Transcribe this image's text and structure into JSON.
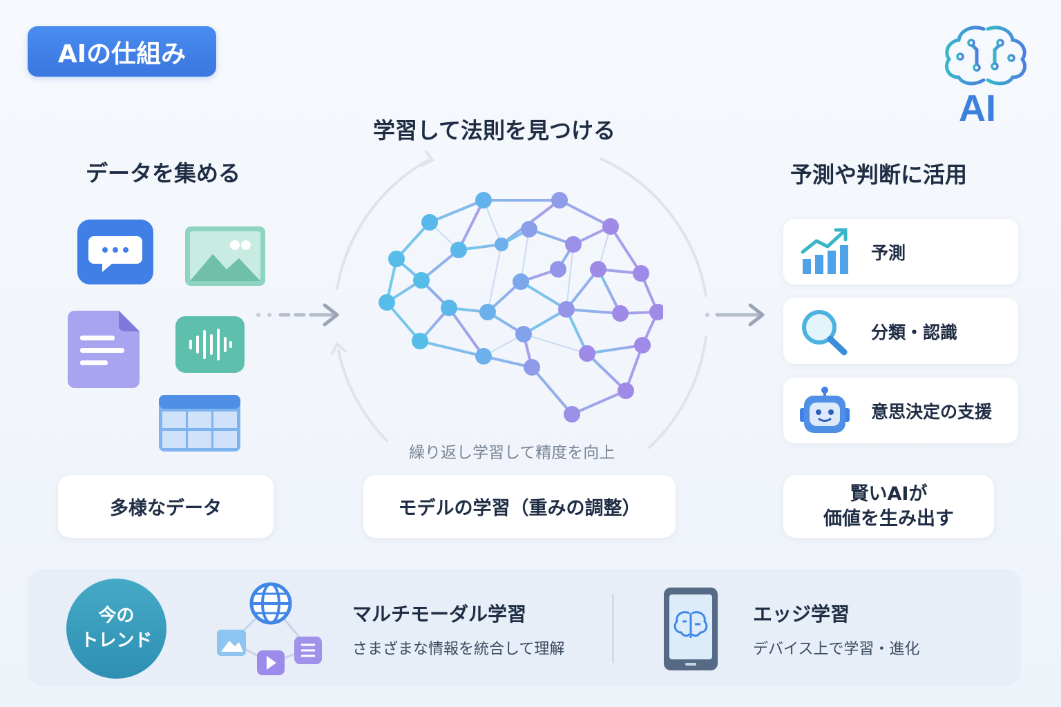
{
  "title_badge": "AIの仕組み",
  "logo": {
    "icon": "brain-circuit-icon",
    "text": "AI"
  },
  "sections": {
    "collect": {
      "heading": "データを集める",
      "icons": [
        "chat-icon",
        "image-icon",
        "document-icon",
        "audio-wave-icon",
        "table-icon"
      ],
      "card": "多様なデータ"
    },
    "learn": {
      "heading": "学習して法則を見つける",
      "caption": "繰り返し学習して精度を向上",
      "card": "モデルの学習（重みの調整）"
    },
    "apply": {
      "heading": "予測や判断に活用",
      "items": [
        {
          "label": "予測",
          "icon": "bar-chart-icon"
        },
        {
          "label": "分類・認識",
          "icon": "magnifier-icon"
        },
        {
          "label": "意思決定の支援",
          "icon": "robot-icon"
        }
      ],
      "card_line1": "賢いAIが",
      "card_line2": "価値を生み出す"
    }
  },
  "trends": {
    "badge_line1": "今の",
    "badge_line2": "トレンド",
    "items": [
      {
        "title": "マルチモーダル学習",
        "subtitle": "さまざまな情報を統合して理解",
        "icon": "globe-network-icon"
      },
      {
        "title": "エッジ学習",
        "subtitle": "デバイス上で学習・進化",
        "icon": "tablet-brain-icon"
      }
    ]
  },
  "colors": {
    "accent_blue": "#3a76e0",
    "teal": "#2e8fb3",
    "purple": "#9b8be8"
  }
}
